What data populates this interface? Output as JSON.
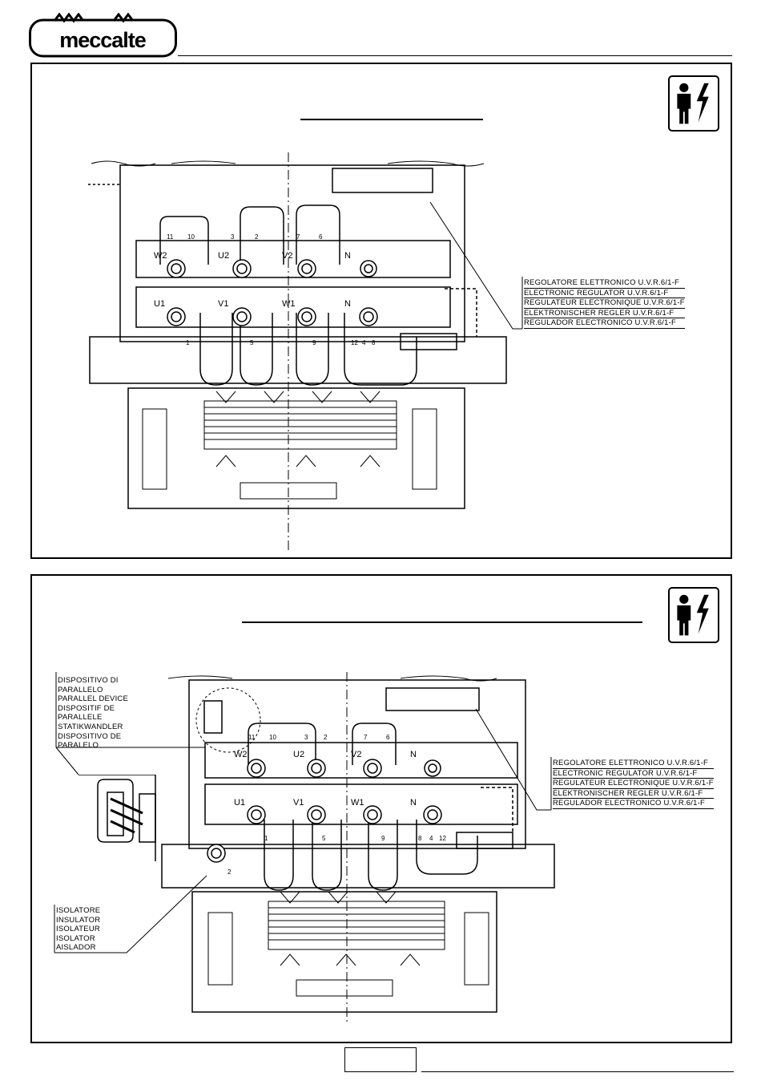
{
  "header": {
    "logo_text": "meccalte"
  },
  "panel1": {
    "regulator_label": [
      "REGOLATORE ELETTRONICO U.V.R.6/1-F",
      "ELECTRONIC REGULATOR U.V.R.6/1-F",
      "REGULATEUR ELECTRONIQUE U.V.R.6/1-F",
      "ELEKTRONISCHER REGLER U.V.R.6/1-F",
      "REGULADOR ELECTRONICO U.V.R.6/1-F"
    ],
    "terminals_top": [
      "W2",
      "U2",
      "V2",
      "N"
    ],
    "terminals_bottom": [
      "U1",
      "V1",
      "W1",
      "N"
    ],
    "wire_numbers": [
      "11",
      "10",
      "3",
      "2",
      "7",
      "6",
      "1",
      "5",
      "9",
      "12",
      "4",
      "8"
    ]
  },
  "panel2": {
    "parallel_device_label": [
      "DISPOSITIVO DI",
      "PARALLELO",
      "PARALLEL DEVICE",
      "DISPOSITIF DE",
      "PARALLELE",
      "STATIKWANDLER",
      "DISPOSITIVO DE",
      "PARALELO"
    ],
    "regulator_label": [
      "REGOLATORE ELETTRONICO U.V.R.6/1-F",
      "ELECTRONIC REGULATOR U.V.R.6/1-F",
      "REGULATEUR ELECTRONIQUE U.V.R.6/1-F",
      "ELEKTRONISCHER REGLER U.V.R.6/1-F",
      "REGULADOR ELECTRONICO U.V.R.6/1-F"
    ],
    "insulator_label": [
      "ISOLATORE",
      "INSULATOR",
      "ISOLATEUR",
      "ISOLATOR",
      "AISLADOR"
    ],
    "terminals_top": [
      "W2",
      "U2",
      "V2",
      "N"
    ],
    "terminals_bottom": [
      "U1",
      "V1",
      "W1",
      "N"
    ],
    "wire_numbers": [
      "11",
      "10",
      "3",
      "2",
      "7",
      "6",
      "1",
      "5",
      "9",
      "8",
      "4",
      "12",
      "2"
    ]
  }
}
